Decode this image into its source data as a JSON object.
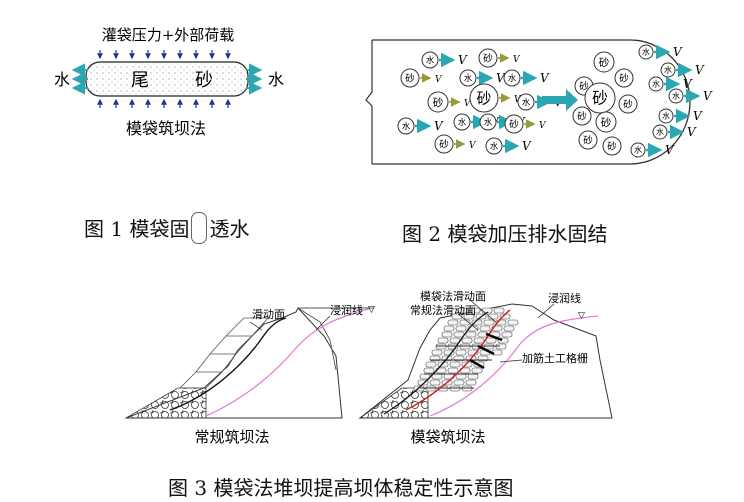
{
  "fig1": {
    "top_label": "灌袋压力+外部荷载",
    "left_water": "水",
    "right_water": "水",
    "inner_1": "尾",
    "inner_2": "砂",
    "bottom_label": "模袋筑坝法"
  },
  "fig2": {
    "sand": "砂",
    "water": "水",
    "v": "V"
  },
  "fig3": {
    "left_sliding": "滑动面",
    "left_phreatic": "浸润线",
    "left_title": "常规筑坝法",
    "right_mould_sliding": "模袋法滑动面",
    "right_conv_sliding": "常规法滑动面",
    "right_phreatic": "浸润线",
    "right_geogrid": "加筋土工格栅",
    "right_title": "模袋筑坝法"
  },
  "captions": {
    "fig1_prefix": "图 1  模袋固",
    "fig1_suffix": "透水",
    "fig2": "图 2  模袋加压排水固结",
    "fig3": "图 3    模袋法堆坝提高坝体稳定性示意图"
  },
  "colors": {
    "arrow_teal": "#2aa7b0",
    "arrow_olive": "#9a9a38",
    "arrow_blue": "#223399",
    "phreatic_pink": "#e07ad8",
    "mould_sliding_red": "#cc2222"
  }
}
